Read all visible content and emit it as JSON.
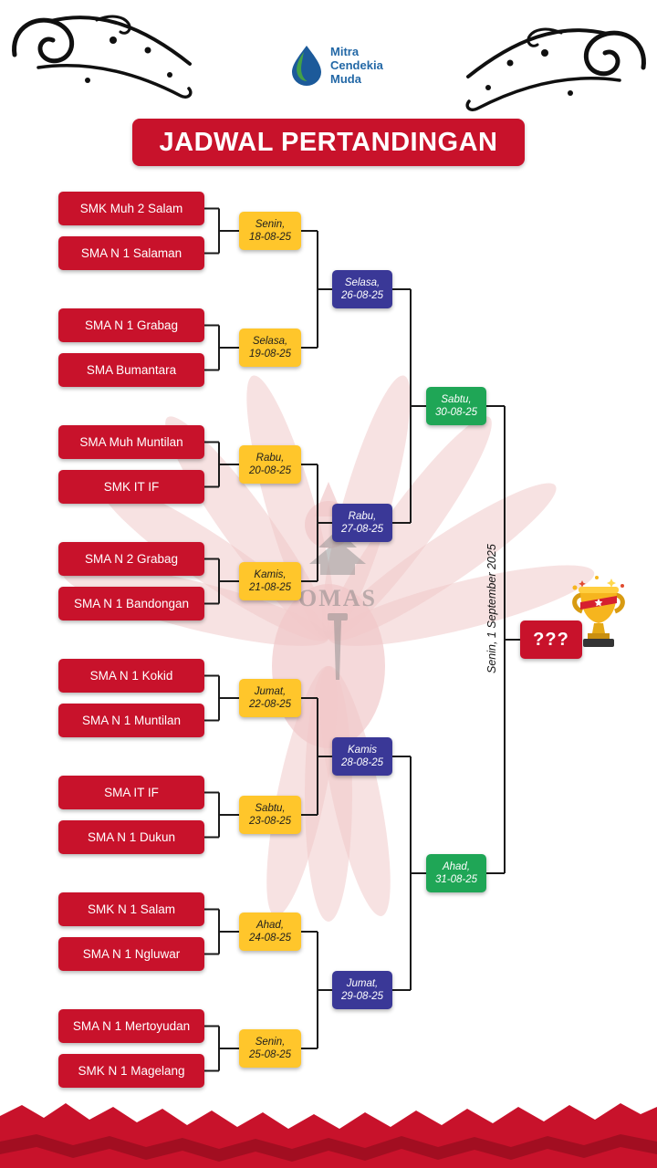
{
  "brand": {
    "lines": [
      "Mitra",
      "Cendekia",
      "Muda"
    ]
  },
  "title": "JADWAL PERTANDINGAN",
  "bracket": {
    "teams": [
      "SMK Muh 2 Salam",
      "SMA N 1 Salaman",
      "SMA N 1 Grabag",
      "SMA Bumantara",
      "SMA Muh Muntilan",
      "SMK IT IF",
      "SMA N 2 Grabag",
      "SMA N 1 Bandongan",
      "SMA N 1 Kokid",
      "SMA N 1 Muntilan",
      "SMA IT IF",
      "SMA N 1 Dukun",
      "SMK N 1 Salam",
      "SMA N 1 Ngluwar",
      "SMA N 1 Mertoyudan",
      "SMK N 1 Magelang"
    ],
    "round1": [
      {
        "day": "Senin,",
        "date": "18-08-25"
      },
      {
        "day": "Selasa,",
        "date": "19-08-25"
      },
      {
        "day": "Rabu,",
        "date": "20-08-25"
      },
      {
        "day": "Kamis,",
        "date": "21-08-25"
      },
      {
        "day": "Jumat,",
        "date": "22-08-25"
      },
      {
        "day": "Sabtu,",
        "date": "23-08-25"
      },
      {
        "day": "Ahad,",
        "date": "24-08-25"
      },
      {
        "day": "Senin,",
        "date": "25-08-25"
      }
    ],
    "quarterfinals": [
      {
        "day": "Selasa,",
        "date": "26-08-25"
      },
      {
        "day": "Rabu,",
        "date": "27-08-25"
      },
      {
        "day": "Kamis",
        "date": "28-08-25"
      },
      {
        "day": "Jumat,",
        "date": "29-08-25"
      }
    ],
    "semifinals": [
      {
        "day": "Sabtu,",
        "date": "30-08-25"
      },
      {
        "day": "Ahad,",
        "date": "31-08-25"
      }
    ],
    "final": {
      "date_label": "Senin, 1 September 2025",
      "placeholder": "???"
    }
  },
  "watermark": {
    "text": "OMAS"
  },
  "colors": {
    "red": "#C8122B",
    "yellow": "#FFC62B",
    "blue": "#3A3897",
    "green": "#1FA656",
    "brand_blue": "#2368A6"
  }
}
